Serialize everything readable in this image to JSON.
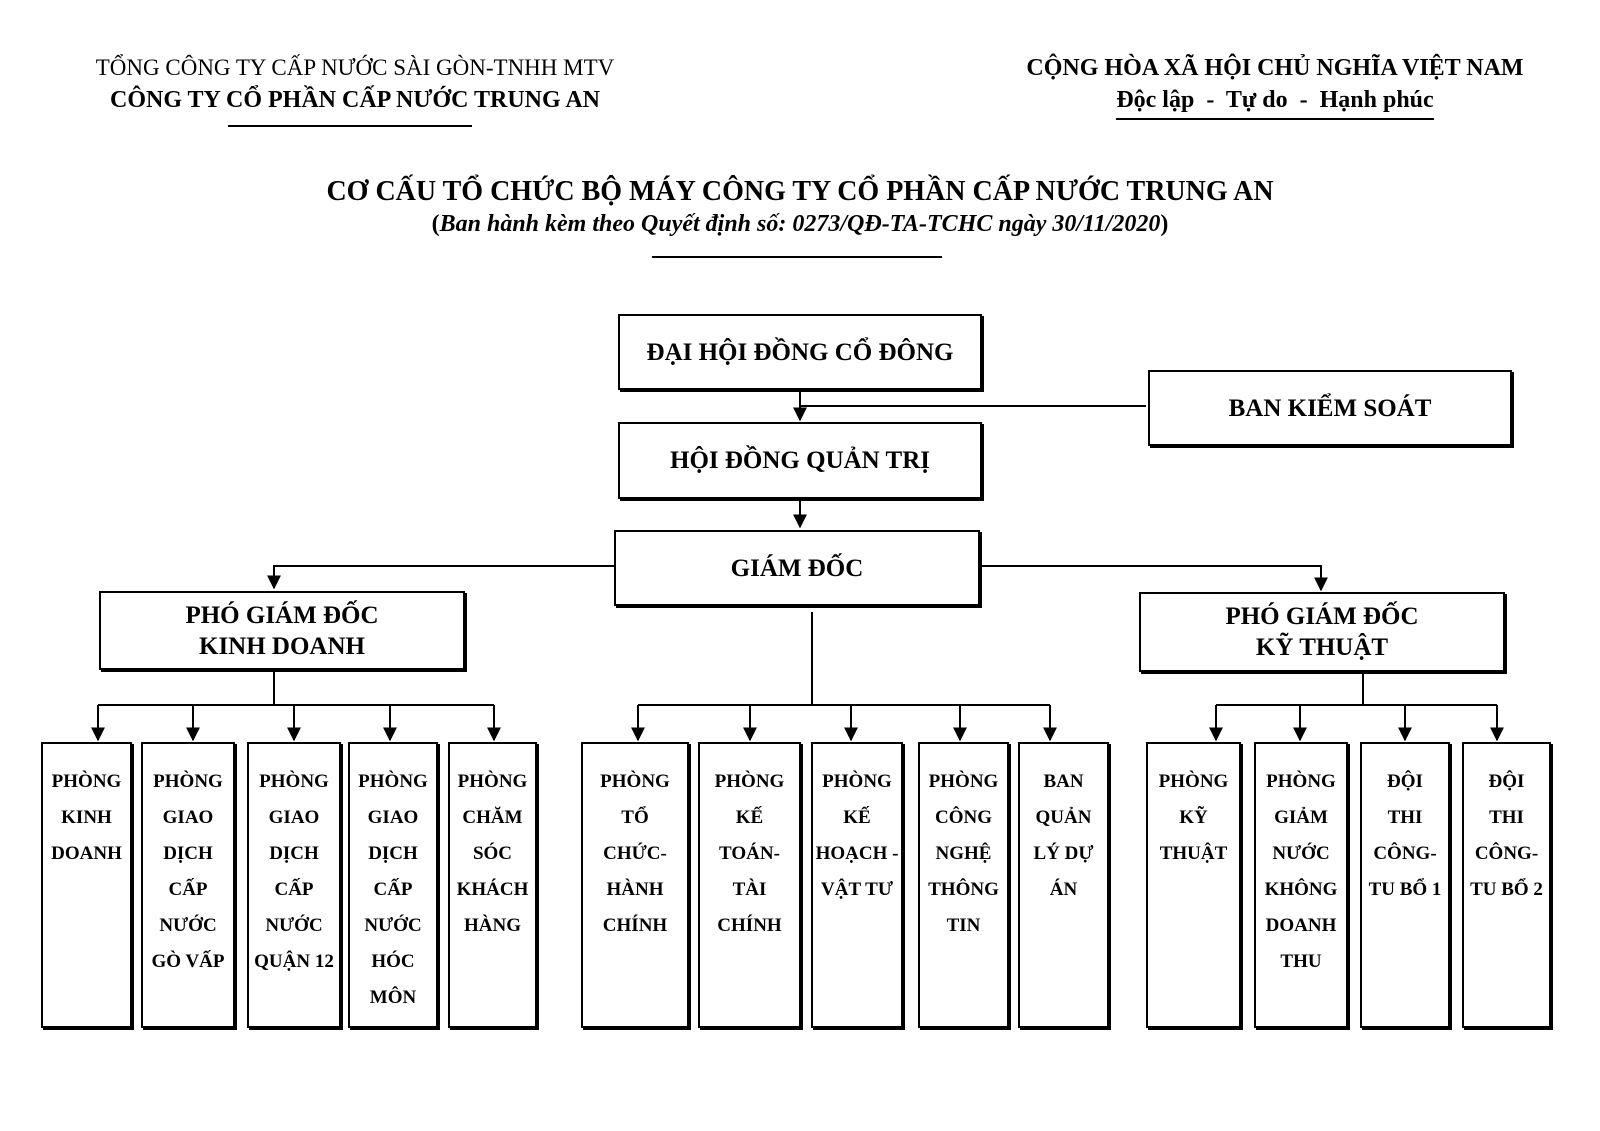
{
  "header": {
    "parent_company": "TỔNG CÔNG TY CẤP NƯỚC SÀI GÒN-TNHH MTV",
    "company": "CÔNG TY CỔ PHẦN CẤP NƯỚC TRUNG AN",
    "nation": "CỘNG HÒA XÃ HỘI CHỦ NGHĨA VIỆT NAM",
    "motto": "Độc lập  -  Tự do  -  Hạnh phúc"
  },
  "document": {
    "title": "CƠ CẤU TỔ CHỨC BỘ MÁY CÔNG TY CỔ PHẦN CẤP NƯỚC TRUNG AN",
    "subtitle_open": "(",
    "subtitle": "Ban hành kèm theo Quyết định số: 0273/QĐ-TA-TCHC ngày 30/11/2020",
    "subtitle_close": ")"
  },
  "org": {
    "shareholders": "ĐẠI HỘI ĐỒNG CỔ ĐÔNG",
    "supervisory": "BAN KIỂM SOÁT",
    "board": "HỘI ĐỒNG QUẢN TRỊ",
    "director": "GIÁM ĐỐC",
    "deputy_business": [
      "PHÓ GIÁM ĐỐC",
      "KINH DOANH"
    ],
    "deputy_technical": [
      "PHÓ GIÁM ĐỐC",
      "KỸ THUẬT"
    ],
    "business_units": [
      "PHÒNG KINH DOANH",
      "PHÒNG GIAO DỊCH CẤP NƯỚC GÒ VẤP",
      "PHÒNG GIAO DỊCH CẤP NƯỚC QUẬN 12",
      "PHÒNG GIAO DỊCH CẤP NƯỚC HÓC MÔN",
      "PHÒNG CHĂM SÓC KHÁCH HÀNG"
    ],
    "director_units": [
      "PHÒNG TỔ CHỨC-HÀNH CHÍNH",
      "PHÒNG KẾ TOÁN-TÀI CHÍNH",
      "PHÒNG KẾ HOẠCH -VẬT TƯ",
      "PHÒNG CÔNG NGHỆ THÔNG TIN",
      "BAN QUẢN LÝ DỰ ÁN"
    ],
    "technical_units": [
      "PHÒNG KỸ THUẬT",
      "PHÒNG GIẢM NƯỚC KHÔNG DOANH THU",
      "ĐỘI THI CÔNG-TU BỔ 1",
      "ĐỘI THI CÔNG-TU BỔ 2"
    ]
  }
}
